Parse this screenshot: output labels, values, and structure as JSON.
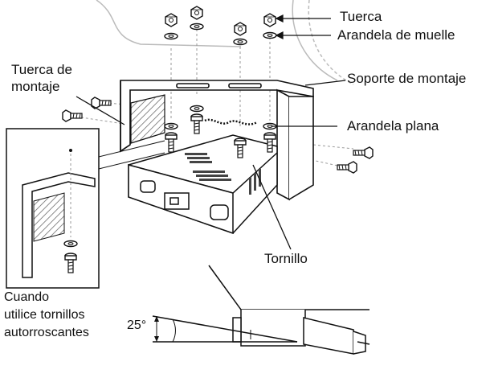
{
  "labels": {
    "tuerca": "Tuerca",
    "arandela_muelle": "Arandela de muelle",
    "tuerca_montaje_1": "Tuerca de",
    "tuerca_montaje_2": "montaje",
    "soporte_montaje": "Soporte de montaje",
    "arandela_plana": "Arandela plana",
    "tornillo": "Tornillo",
    "cuando_1": "Cuando",
    "cuando_2": "utilice tornillos",
    "cuando_3": "autorroscantes",
    "angulo": "25°"
  },
  "colors": {
    "line": "#111111",
    "hatch": "#555555",
    "light": "#bbbbbb"
  }
}
